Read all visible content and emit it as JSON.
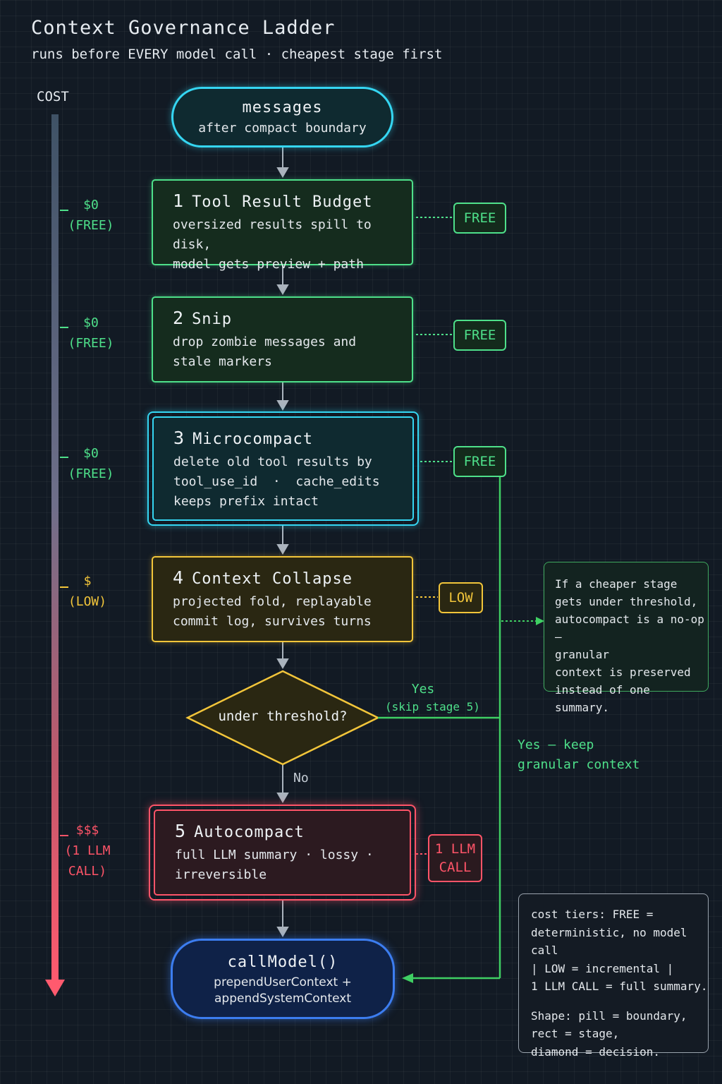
{
  "header": {
    "title": "Context Governance Ladder",
    "subtitle": "runs before EVERY model call · cheapest stage first"
  },
  "cost_axis": {
    "label": "COST",
    "tiers": [
      {
        "amount": "$0",
        "desc": "(FREE)",
        "color": "#4ee08a"
      },
      {
        "amount": "$0",
        "desc": "(FREE)",
        "color": "#4ee08a"
      },
      {
        "amount": "$0",
        "desc": "(FREE)",
        "color": "#4ee08a"
      },
      {
        "amount": "$",
        "desc": "(LOW)",
        "color": "#f2c53a"
      },
      {
        "amount": "$$$",
        "desc_lines": [
          "(1 LLM",
          "CALL)"
        ],
        "color": "#ff5468"
      }
    ]
  },
  "start_node": {
    "title": "messages",
    "subtitle": "after compact boundary"
  },
  "stages": [
    {
      "number": "1",
      "name": "Tool Result Budget",
      "lines": [
        "oversized results spill to disk,",
        "model gets preview + path"
      ],
      "badge": "FREE"
    },
    {
      "number": "2",
      "name": "Snip",
      "lines": [
        "drop zombie messages and",
        "stale markers"
      ],
      "badge": "FREE"
    },
    {
      "number": "3",
      "name": "Microcompact",
      "lines": [
        "delete old tool results by",
        "tool_use_id  ·  cache_edits",
        "keeps prefix intact"
      ],
      "badge": "FREE"
    },
    {
      "number": "4",
      "name": "Context Collapse",
      "lines": [
        "projected fold, replayable",
        "commit log, survives turns"
      ],
      "badge": "LOW"
    },
    {
      "number": "5",
      "name": "Autocompact",
      "lines": [
        "full LLM summary · lossy ·",
        "irreversible"
      ],
      "badge_lines": [
        "1 LLM",
        "CALL"
      ]
    }
  ],
  "decision": {
    "question": "under threshold?",
    "yes_label": "Yes",
    "yes_note": "(skip stage 5)",
    "no_label": "No"
  },
  "bypass_label": [
    "Yes – keep",
    "granular context"
  ],
  "end_node": {
    "title": "callModel()",
    "lines": [
      "prependUserContext +",
      "appendSystemContext"
    ]
  },
  "note": [
    "If a cheaper stage",
    "gets under threshold,",
    "autocompact is a no-op –",
    "granular",
    "context is preserved",
    "instead of one summary."
  ],
  "legend": {
    "tiers_lines": [
      "cost tiers: FREE =",
      "deterministic, no model call",
      "| LOW = incremental |",
      "1 LLM CALL = full summary."
    ],
    "shape_lines": [
      "Shape: pill = boundary,",
      "rect = stage,",
      "diamond = decision."
    ]
  },
  "colors": {
    "green": "#4ee08a",
    "cyan": "#35d6f2",
    "yellow": "#f2c53a",
    "red": "#ff5468",
    "blue": "#3c7df0",
    "connector_gray": "#aab3bd"
  }
}
